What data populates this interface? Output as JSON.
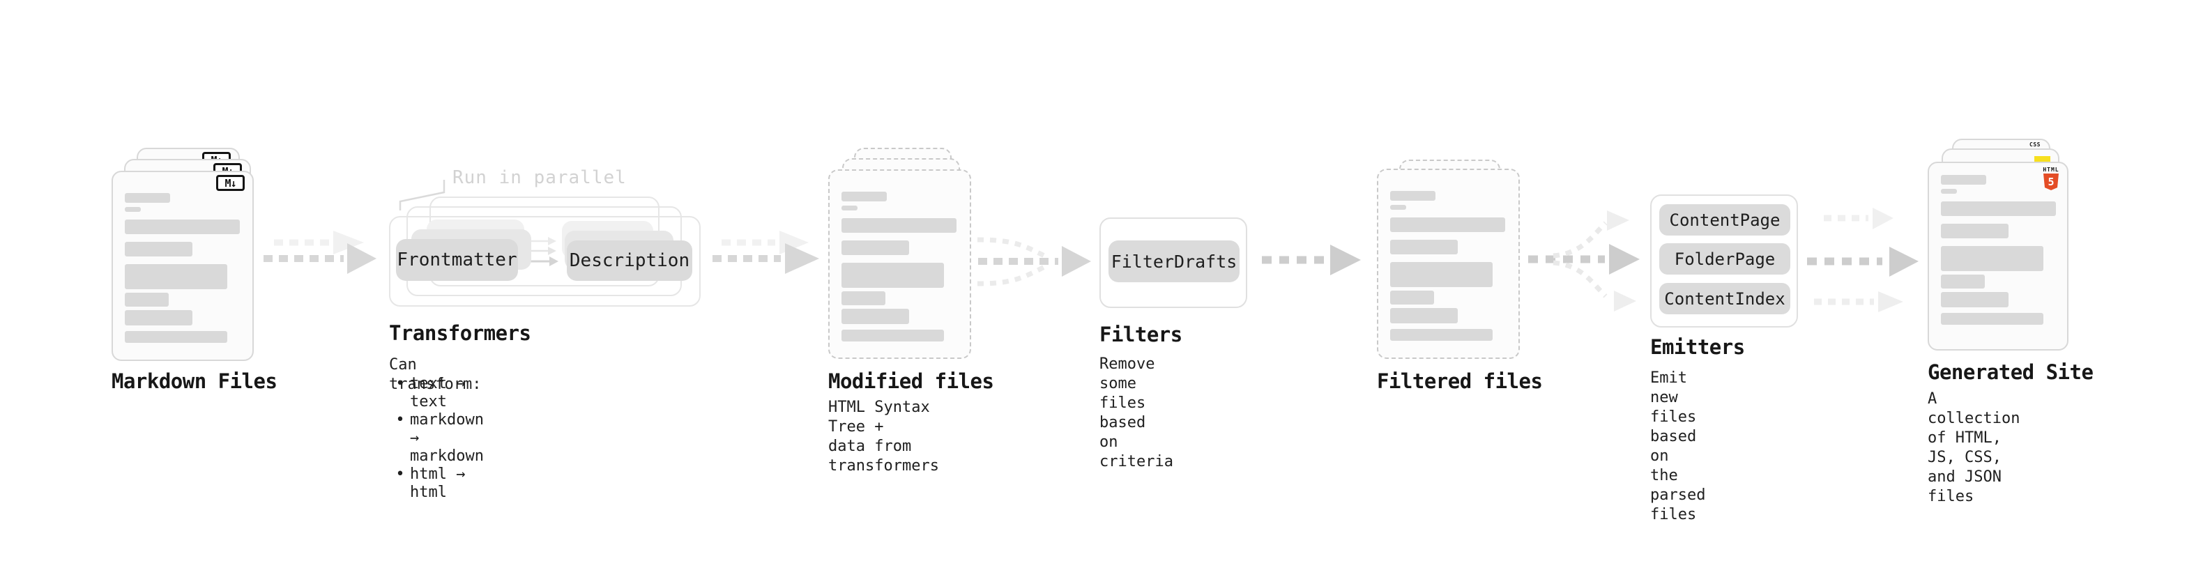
{
  "diagram": {
    "markdown_files": {
      "label": "Markdown Files",
      "file_icon": "M↓"
    },
    "transformers": {
      "annotation": "Run in parallel",
      "badge_left": "Frontmatter",
      "badge_right": "Description",
      "label": "Transformers",
      "description_title": "Can transform:",
      "bullet_glyph": "•",
      "bullets": [
        "text → text",
        "markdown → markdown",
        "html → html"
      ]
    },
    "modified_files": {
      "label": "Modified files",
      "description": "HTML Syntax Tree +\ndata from transformers"
    },
    "filters": {
      "badge": "FilterDrafts",
      "label": "Filters",
      "description": "Remove some files based\non criteria"
    },
    "filtered_files": {
      "label": "Filtered files"
    },
    "emitters": {
      "badges": [
        "ContentPage",
        "FolderPage",
        "ContentIndex"
      ],
      "label": "Emitters",
      "description": "Emit new files based on\nthe parsed files"
    },
    "generated_site": {
      "label": "Generated Site",
      "description": "A collection of HTML,\nJS, CSS, and JSON files",
      "css_icon": "CSS",
      "html_icon_word": "HTML",
      "html_icon_number": "5"
    }
  },
  "colors": {
    "html5_orange": "#e44d26",
    "js_yellow": "#f7df1e",
    "css_blue": "#2965f1",
    "badge_gray": "#dbdbdb",
    "skeleton_gray": "#d9d9d9",
    "arrow_gray": "#d7d7d7",
    "annotation_gray": "#d2d2d2"
  }
}
